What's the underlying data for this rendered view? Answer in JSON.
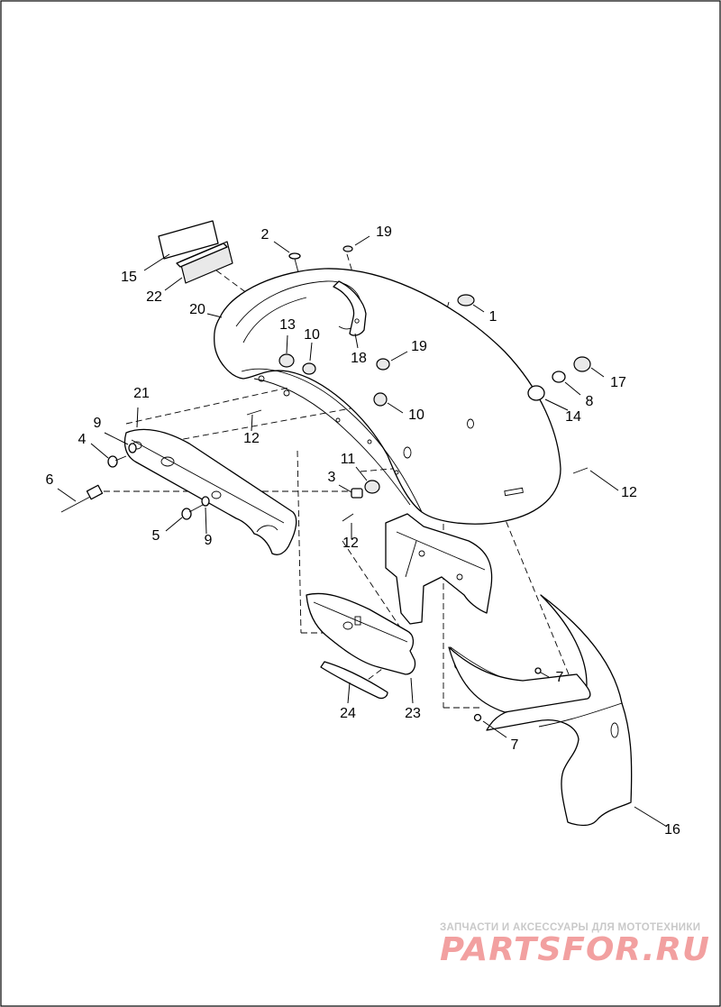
{
  "diagram": {
    "callouts": {
      "c1": "1",
      "c2": "2",
      "c3": "3",
      "c4": "4",
      "c5": "5",
      "c6": "6",
      "c7a": "7",
      "c7b": "7",
      "c8": "8",
      "c9a": "9",
      "c9b": "9",
      "c10a": "10",
      "c10b": "10",
      "c11": "11",
      "c12a": "12",
      "c12b": "12",
      "c12c": "12",
      "c13": "13",
      "c14": "14",
      "c15": "15",
      "c16": "16",
      "c17": "17",
      "c18": "18",
      "c19a": "19",
      "c19b": "19",
      "c20": "20",
      "c21": "21",
      "c22": "22",
      "c23": "23",
      "c24": "24"
    }
  },
  "watermark": {
    "tagline": "ЗАПЧАСТИ И АКСЕССУАРЫ ДЛЯ МОТОТЕХНИКИ",
    "brand": "PARTSFOR.RU"
  }
}
